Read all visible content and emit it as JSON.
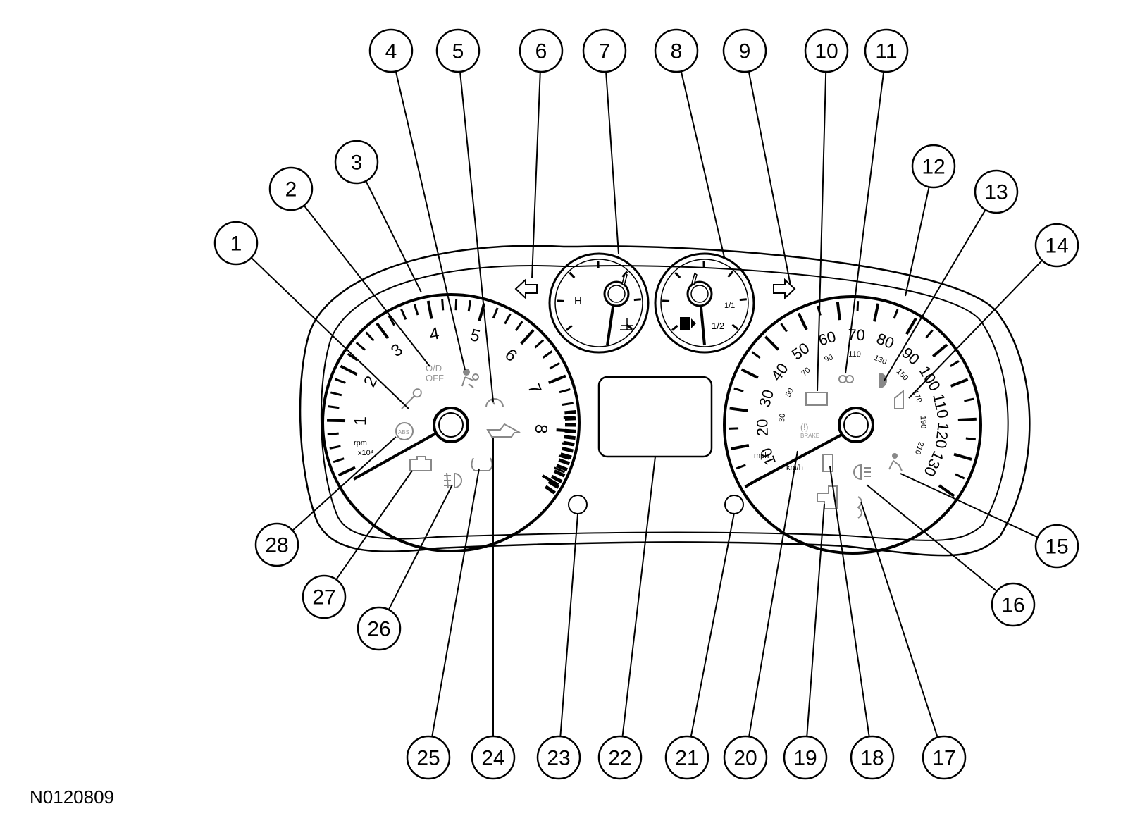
{
  "figure_id": "N0120809",
  "callouts": [
    "1",
    "2",
    "3",
    "4",
    "5",
    "6",
    "7",
    "8",
    "9",
    "10",
    "11",
    "12",
    "13",
    "14",
    "15",
    "16",
    "17",
    "18",
    "19",
    "20",
    "21",
    "22",
    "23",
    "24",
    "25",
    "26",
    "27",
    "28"
  ],
  "tachometer": {
    "numbers": [
      "1",
      "2",
      "3",
      "4",
      "5",
      "6",
      "7",
      "8"
    ],
    "unit_line1": "rpm",
    "unit_line2": "x10³"
  },
  "temp_gauge": {
    "label": "H"
  },
  "fuel_gauge": {
    "half_label": "1/2",
    "full_label": "1/1"
  },
  "speedometer": {
    "mph_numbers": [
      "10",
      "20",
      "30",
      "40",
      "50",
      "60",
      "70",
      "80",
      "90",
      "100",
      "110",
      "120",
      "130"
    ],
    "kmh_numbers": [
      "30",
      "50",
      "70",
      "90",
      "110",
      "130",
      "150",
      "170",
      "190",
      "210"
    ],
    "unit_mph": "mph",
    "unit_kmh": "km/h"
  },
  "icons": {
    "od_off_line1": "O/D",
    "od_off_line2": "OFF",
    "abs": "ABS",
    "brake_line1": "(!)",
    "brake_line2": "BRAKE"
  }
}
